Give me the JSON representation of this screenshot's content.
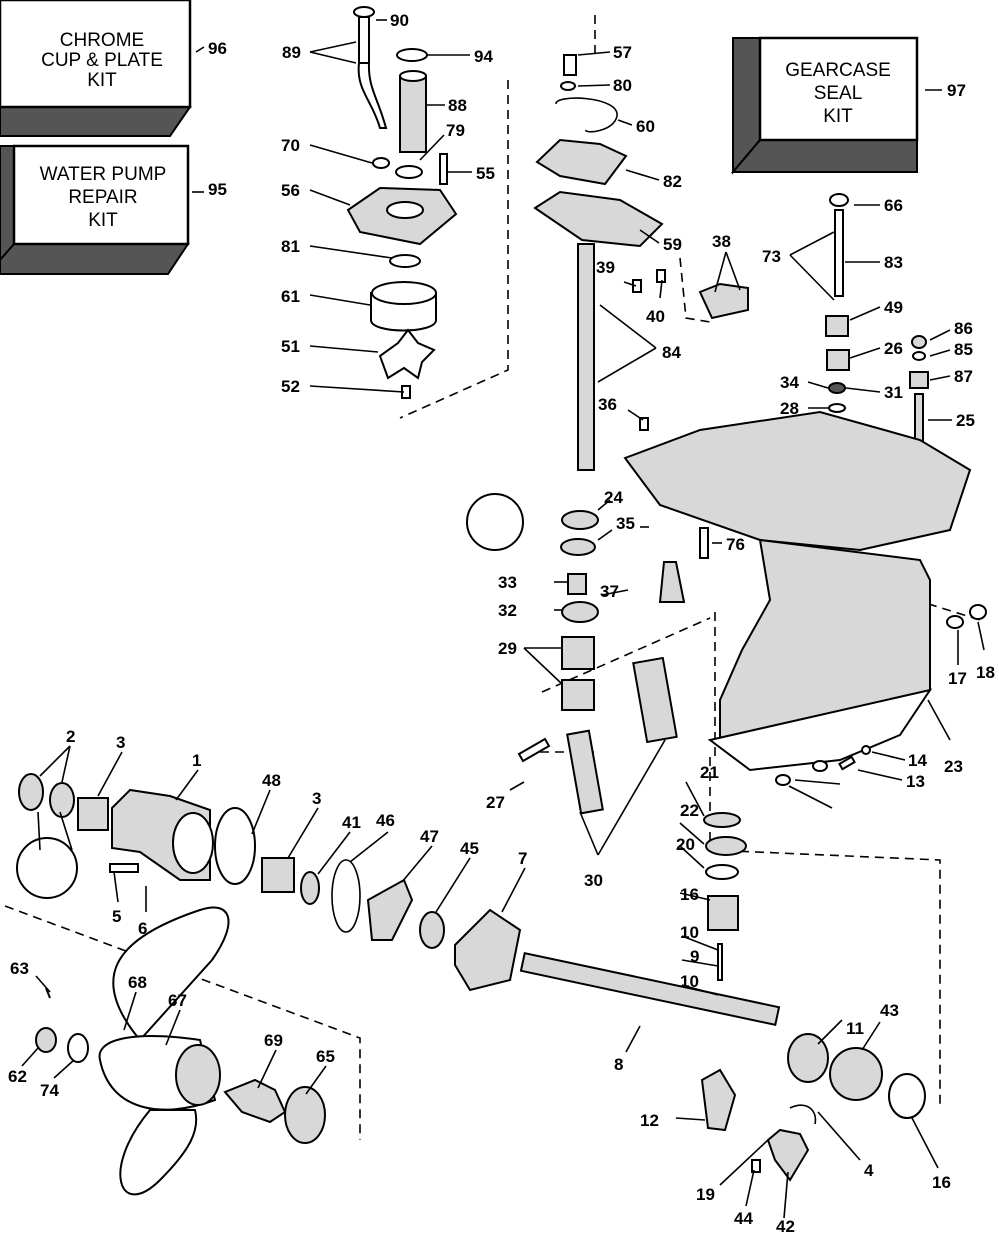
{
  "kits": [
    {
      "id": "chrome",
      "lines": [
        "CHROME",
        "CUP & PLATE",
        "KIT"
      ],
      "number": "96"
    },
    {
      "id": "waterpump",
      "lines": [
        "WATER PUMP",
        "REPAIR",
        "KIT"
      ],
      "number": "95"
    },
    {
      "id": "gearcase",
      "lines": [
        "GEARCASE",
        "SEAL",
        "KIT"
      ],
      "number": "97"
    }
  ],
  "part_labels": [
    "90",
    "89",
    "94",
    "88",
    "79",
    "70",
    "55",
    "56",
    "81",
    "61",
    "51",
    "52",
    "57",
    "80",
    "60",
    "82",
    "59",
    "39",
    "40",
    "38",
    "84",
    "36",
    "66",
    "73",
    "83",
    "49",
    "86",
    "26",
    "85",
    "34",
    "31",
    "87",
    "28",
    "25",
    "24",
    "35",
    "76",
    "33",
    "37",
    "32",
    "29",
    "17",
    "18",
    "14",
    "13",
    "23",
    "2",
    "3",
    "1",
    "48",
    "3",
    "41",
    "46",
    "47",
    "45",
    "7",
    "27",
    "30",
    "21",
    "22",
    "20",
    "16",
    "10",
    "9",
    "10",
    "5",
    "6",
    "63",
    "68",
    "67",
    "69",
    "65",
    "62",
    "74",
    "8",
    "11",
    "43",
    "12",
    "4",
    "19",
    "44",
    "42",
    "16"
  ]
}
